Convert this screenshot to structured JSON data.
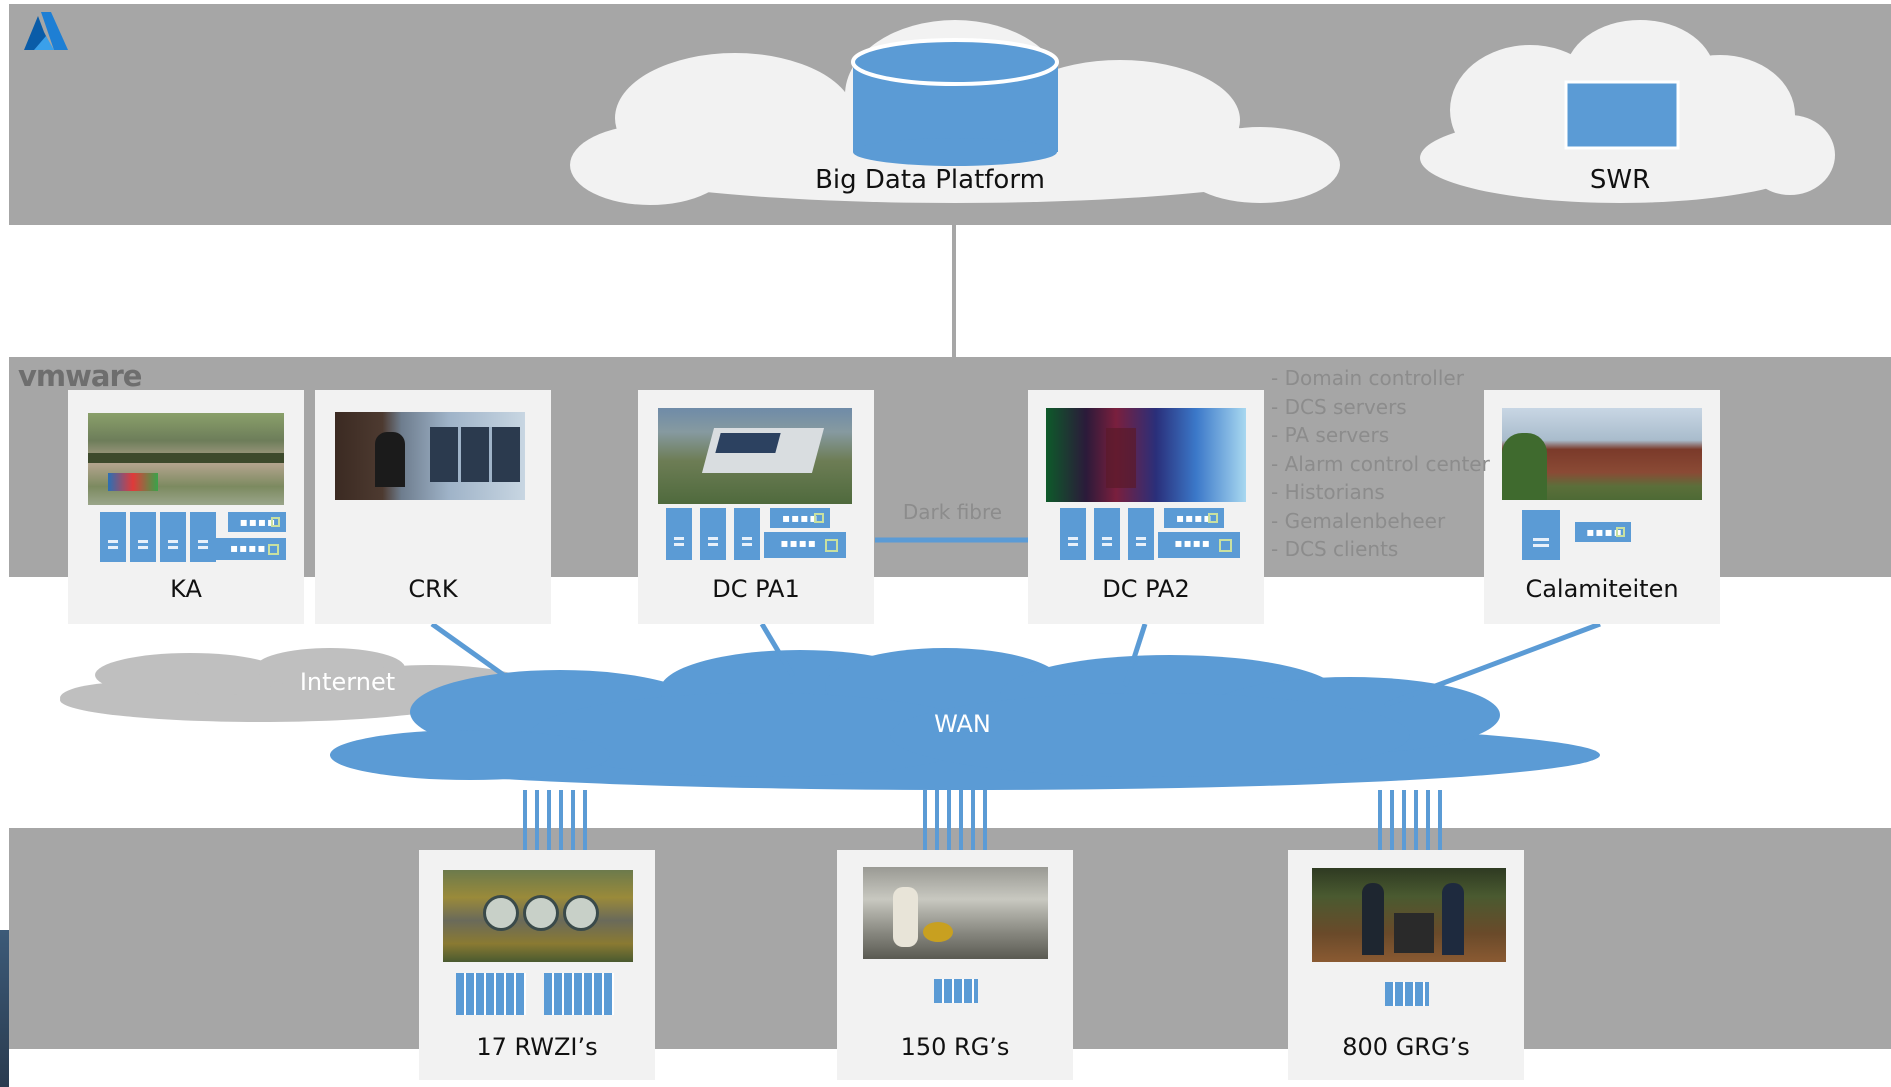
{
  "diagram": {
    "top_band": {
      "big_data_platform": "Big Data Platform",
      "swr": "SWR"
    },
    "vmware_logo": "vmware",
    "sites": {
      "ka": "KA",
      "crk": "CRK",
      "dc_pa1": "DC PA1",
      "dc_pa2": "DC PA2",
      "calamiteiten": "Calamiteiten"
    },
    "dark_fibre": "Dark fibre",
    "dc_services": [
      "- Domain controller",
      "- DCS servers",
      "- PA servers",
      "- Alarm control center",
      "- Historians",
      "- Gemalenbeheer",
      "- DCS clients"
    ],
    "internet": "Internet",
    "wan": "WAN",
    "remote_sites": {
      "rwzi": "17 RWZI’s",
      "rg": "150 RG’s",
      "grg": "800 GRG’s"
    },
    "colors": {
      "band_gray": "#a6a6a6",
      "box_light": "#f2f2f2",
      "accent_blue": "#5b9bd5",
      "cloud_light": "#f2f2f2",
      "internet_cloud": "#bfbfbf"
    },
    "icons": [
      "azure-logo-icon",
      "database-cylinder-icon",
      "server-tower-icon",
      "network-switch-icon"
    ]
  }
}
